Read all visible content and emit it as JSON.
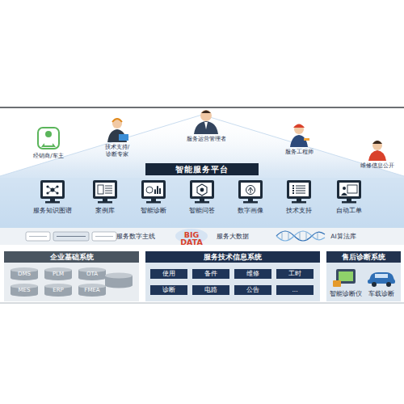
{
  "diagram": {
    "nodes": [
      {
        "text": [
          "智能服务平台"
        ]
      },
      {
        "text": [
          "服务知识图谱"
        ],
        "in": 0
      },
      {
        "text": [
          "案例库"
        ],
        "in": 0
      },
      {
        "text": [
          "智能诊断"
        ],
        "in": 0
      },
      {
        "text": [
          "智能问答"
        ],
        "in": 0
      },
      {
        "text": [
          "数字画像"
        ],
        "in": 0
      },
      {
        "text": [
          "技术支持"
        ],
        "in": 0
      },
      {
        "text": [
          "自动工单"
        ],
        "in": 0
      },
      {
        "text": [
          "企业基础系统"
        ]
      },
      {
        "text": [
          "DMS"
        ],
        "in": 8
      },
      {
        "text": [
          "PLM"
        ],
        "in": 8
      },
      {
        "text": [
          "OTA"
        ],
        "in": 8
      },
      {
        "text": [
          "MES"
        ],
        "in": 8
      },
      {
        "text": [
          "ERP"
        ],
        "in": 8
      },
      {
        "text": [
          "FMEA"
        ],
        "in": 8
      },
      {
        "text": [
          "服务技术信息系统"
        ]
      },
      {
        "text": [
          "使用"
        ],
        "in": 15
      },
      {
        "text": [
          "备件"
        ],
        "in": 15
      },
      {
        "text": [
          "维修"
        ],
        "in": 15
      },
      {
        "text": [
          "工时"
        ],
        "in": 15
      },
      {
        "text": [
          "诊断"
        ],
        "in": 15
      },
      {
        "text": [
          "电路"
        ],
        "in": 15
      },
      {
        "text": [
          "公告"
        ],
        "in": 15
      },
      {
        "text": [
          "..."
        ],
        "in": 15
      },
      {
        "text": [
          "售后诊断系统"
        ]
      },
      {
        "text": [
          "智能诊断仪"
        ],
        "in": 24
      },
      {
        "text": [
          "车载诊断"
        ],
        "in": 24
      }
    ],
    "labels": [
      "经销商/车主",
      "技术支持/ 诊断专家",
      "服务运营管理者",
      "服务工程师",
      "维修信息公开",
      "服务数字主线",
      "BIG DATA",
      "服务大数据",
      "AI算法库"
    ]
  }
}
